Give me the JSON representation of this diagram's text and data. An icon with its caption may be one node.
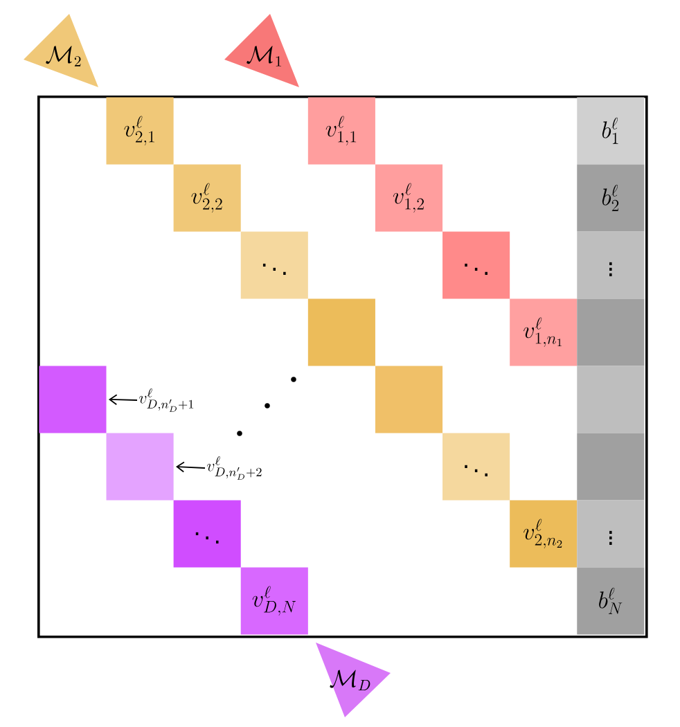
{
  "diagram": {
    "nodes": [
      {
        "text": [
          "\\mathcal{M}_2"
        ]
      },
      {
        "text": [
          "\\mathcal{M}_1"
        ]
      },
      {
        "text": [],
        "shape": "box"
      },
      {
        "text": [
          "v^{\\ell}_{2,1}"
        ],
        "in": 2
      },
      {
        "text": [
          "v^{\\ell}_{1,1}"
        ],
        "in": 2
      },
      {
        "text": [
          "b^{\\ell}_{1}"
        ],
        "in": 2
      },
      {
        "text": [
          "v^{\\ell}_{2,2}"
        ],
        "in": 2
      },
      {
        "text": [
          "v^{\\ell}_{1,2}"
        ],
        "in": 2
      },
      {
        "text": [
          "b^{\\ell}_{2}"
        ],
        "in": 2
      },
      {
        "text": [
          "\\ddots"
        ],
        "in": 2
      },
      {
        "text": [
          "\\ddots"
        ],
        "in": 2
      },
      {
        "text": [
          "\\vdots"
        ],
        "in": 2
      },
      {
        "text": [],
        "shape": "box",
        "in": 2
      },
      {
        "text": [
          "v^{\\ell}_{1,n_1}"
        ],
        "in": 2
      },
      {
        "text": [],
        "shape": "box",
        "in": 2
      },
      {
        "text": [],
        "shape": "box",
        "in": 2
      },
      {
        "text": [
          "v^{\\ell}_{D,n'_D+1}"
        ],
        "in": 2
      },
      {
        "text": [],
        "shape": "box",
        "in": 2
      },
      {
        "text": [],
        "shape": "box",
        "in": 2
      },
      {
        "text": [],
        "shape": "box",
        "in": 2
      },
      {
        "text": [
          "v^{\\ell}_{D,n'_D+2}"
        ],
        "in": 2
      },
      {
        "text": [
          "\\ddots"
        ],
        "in": 2
      },
      {
        "text": [],
        "shape": "box",
        "in": 2
      },
      {
        "text": [
          "\\ddots"
        ],
        "in": 2
      },
      {
        "text": [
          "v^{\\ell}_{2,n_2}"
        ],
        "in": 2
      },
      {
        "text": [
          "\\vdots"
        ],
        "in": 2
      },
      {
        "text": [
          "v^{\\ell}_{D,N}"
        ],
        "in": 2
      },
      {
        "text": [
          "b^{\\ell}_{N}"
        ],
        "in": 2
      },
      {
        "text": [
          "\\mathcal{M}_D"
        ]
      }
    ],
    "edges": [
      {
        "from": 16,
        "to": 15,
        "arrow": "to"
      },
      {
        "from": 20,
        "to": 19,
        "arrow": "to"
      }
    ]
  }
}
